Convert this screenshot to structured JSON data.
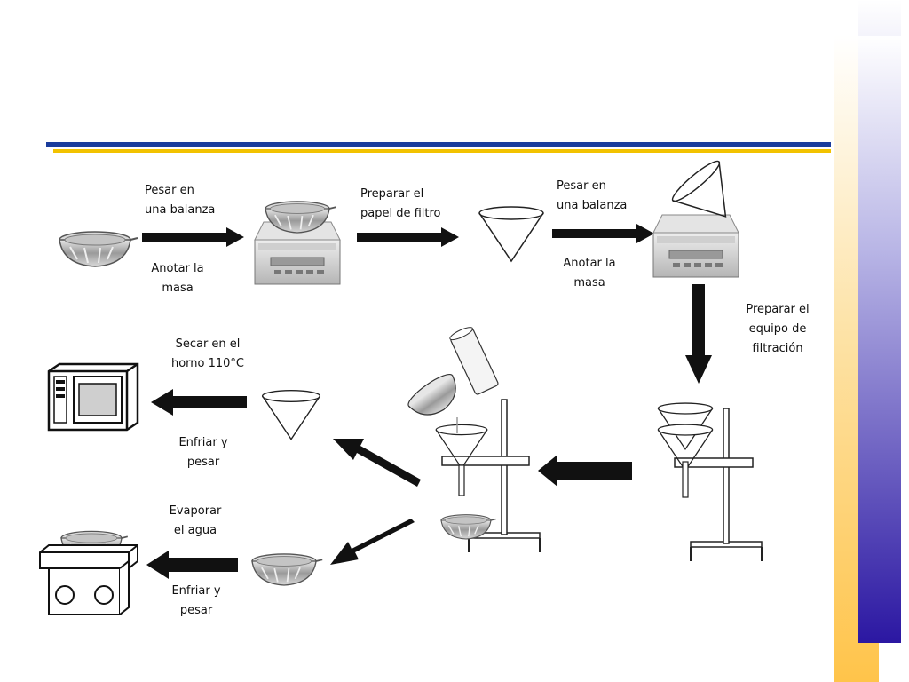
{
  "labels": {
    "step1_top": [
      "Pesar en",
      "una balanza"
    ],
    "step1_bottom": [
      "Anotar la",
      "masa"
    ],
    "step2_top": [
      "Preparar el",
      "papel de filtro"
    ],
    "step3_top": [
      "Pesar en",
      "una balanza"
    ],
    "step3_bottom": [
      "Anotar la",
      "masa"
    ],
    "step4_side": [
      "Preparar el",
      "equipo de",
      "filtración"
    ],
    "step5_top": [
      "Secar en el",
      "horno 110°C"
    ],
    "step5_bottom": [
      "Enfriar y",
      "pesar"
    ],
    "step6_top": [
      "Evaporar",
      "el agua"
    ],
    "step6_bottom": [
      "Enfriar y",
      "pesar"
    ]
  },
  "icons": [
    "evaporating-dish-icon",
    "balance-icon",
    "filter-cone-icon",
    "filtration-stand-icon",
    "microwave-oven-icon",
    "hot-plate-icon",
    "arrow-icon"
  ],
  "colors": {
    "sidebar_blue": "#3a1fa8",
    "sidebar_yellow": "#ffcc55",
    "rule_blue": "#1a3c9c",
    "rule_yellow": "#f2c200"
  }
}
